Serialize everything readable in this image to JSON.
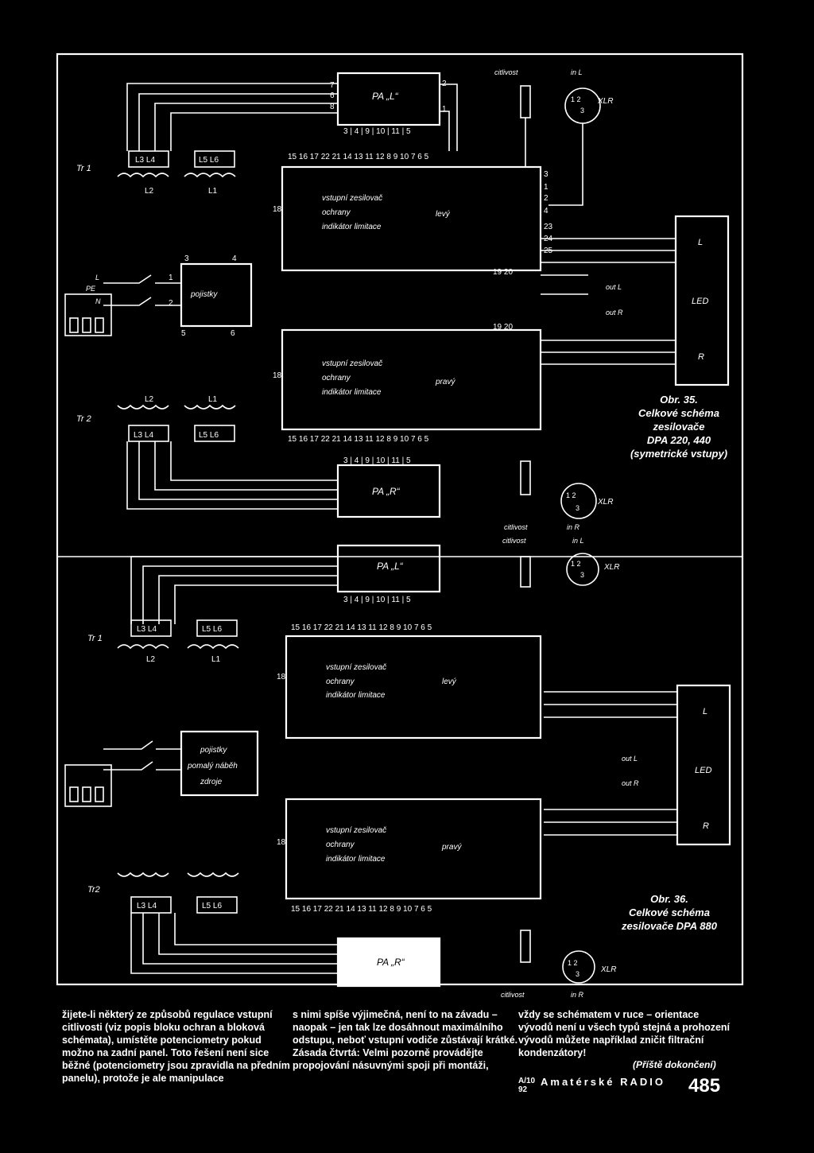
{
  "figure35": {
    "caption": [
      "Obr. 35.",
      "Celkové schéma",
      "zesilovače",
      "DPA 220, 440",
      "(symetrické vstupy)"
    ],
    "pa_left": "PA „L“",
    "pa_right": "PA „R“",
    "block_lines": [
      "vstupní zesilovač",
      "ochrany",
      "indikátor limitace"
    ],
    "channel_left": "levý",
    "channel_right": "pravý",
    "fuses": "pojistky",
    "led": "LED",
    "out_l": "out L",
    "out_r": "out R",
    "citlivost": "citlivost",
    "in_l": "in L",
    "in_r": "in R",
    "xlr": "XLR",
    "tr1": "Tr 1",
    "tr2": "Tr 2",
    "l_label": "L",
    "r_label": "R"
  },
  "figure36": {
    "caption": [
      "Obr. 36.",
      "Celkové schéma",
      "zesilovače DPA 880"
    ],
    "fuses_lines": [
      "pojistky",
      "pomalý náběh",
      "zdroje"
    ],
    "pa_left": "PA „L“",
    "pa_right": "PA „R“",
    "citlivost": "citlivost",
    "in_l": "in L",
    "in_r": "in R",
    "xlr": "XLR"
  },
  "article": {
    "col1": "žijete-li některý ze způsobů regulace vstupní citlivosti (viz popis bloku ochran a bloková schémata), umístěte potenciometry pokud možno na zadní panel. Toto řešení není sice běžné (potenciometry jsou zpravidla na předním panelu), protože je ale manipulace",
    "col2": "s nimi spíše výjimečná, není to na závadu – naopak – jen tak lze dosáhnout maximálního odstupu, neboť vstupní vodiče zůstávají krátké. Zásada čtvrtá: Velmi pozorně provádějte propojování násuvnými spoji při montáži,",
    "col3": "vždy se schématem v ruce – orientace vývodů není u všech typů stejná a prohození vývodů můžete například zničit filtrační kondenzátory!",
    "continued": "(Příště dokončení)"
  },
  "footer": {
    "issue_top": "A/10",
    "issue_bottom": "92",
    "magazine": "Amatérské RADIO",
    "page": "485"
  }
}
